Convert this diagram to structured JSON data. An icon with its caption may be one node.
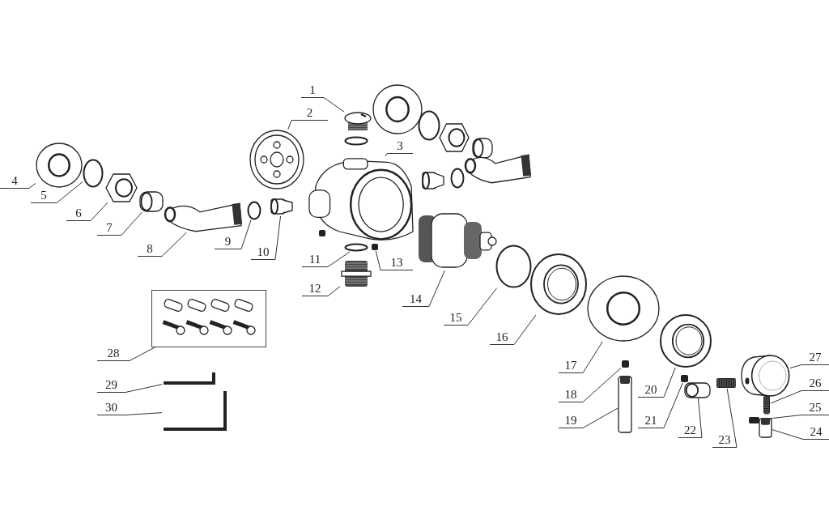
{
  "diagram": {
    "nodes": [
      {
        "text": [
          "1"
        ]
      },
      {
        "text": [
          "2"
        ]
      },
      {
        "text": [
          "3"
        ]
      },
      {
        "text": [
          "4"
        ]
      },
      {
        "text": [
          "5"
        ]
      },
      {
        "text": [
          "6"
        ]
      },
      {
        "text": [
          "7"
        ]
      },
      {
        "text": [
          "8"
        ]
      },
      {
        "text": [
          "9"
        ]
      },
      {
        "text": [
          "10"
        ]
      },
      {
        "text": [
          "11"
        ]
      },
      {
        "text": [
          "12"
        ]
      },
      {
        "text": [
          "13"
        ]
      },
      {
        "text": [
          "14"
        ]
      },
      {
        "text": [
          "15"
        ]
      },
      {
        "text": [
          "16"
        ]
      },
      {
        "text": [
          "17"
        ]
      },
      {
        "text": [
          "18"
        ]
      },
      {
        "text": [
          "19"
        ]
      },
      {
        "text": [
          "20"
        ]
      },
      {
        "text": [
          "21"
        ]
      },
      {
        "text": [
          "22"
        ]
      },
      {
        "text": [
          "23"
        ]
      },
      {
        "text": [
          "24"
        ]
      },
      {
        "text": [
          "25"
        ]
      },
      {
        "text": [
          "26"
        ]
      },
      {
        "text": [
          "27"
        ]
      },
      {
        "text": [
          "28"
        ]
      },
      {
        "text": [
          "29"
        ]
      },
      {
        "text": [
          "30"
        ]
      },
      {
        "text": [],
        "shape": "picture"
      },
      {
        "text": [],
        "shape": "picture"
      },
      {
        "text": [],
        "shape": "picture"
      },
      {
        "text": [],
        "shape": "picture"
      },
      {
        "text": [],
        "shape": "circle"
      },
      {
        "text": [],
        "shape": "picture"
      },
      {
        "text": [],
        "shape": "picture"
      },
      {
        "text": [],
        "shape": "picture"
      },
      {
        "text": [],
        "shape": "circle"
      },
      {
        "text": [],
        "shape": "picture"
      },
      {
        "text": [],
        "shape": "circle"
      },
      {
        "text": [],
        "shape": "picture"
      },
      {
        "text": [],
        "shape": "box"
      },
      {
        "text": [],
        "shape": "picture"
      },
      {
        "text": [],
        "shape": "circle"
      },
      {
        "text": [],
        "shape": "picture"
      },
      {
        "text": [],
        "shape": "picture"
      },
      {
        "text": [],
        "shape": "box"
      },
      {
        "text": [],
        "shape": "picture"
      },
      {
        "text": [],
        "shape": "picture"
      },
      {
        "text": [],
        "shape": "box"
      },
      {
        "text": [],
        "shape": "picture"
      },
      {
        "text": [],
        "shape": "picture"
      },
      {
        "text": [],
        "shape": "picture"
      },
      {
        "text": [],
        "shape": "box"
      },
      {
        "text": [],
        "shape": "picture"
      },
      {
        "text": [],
        "shape": "picture"
      },
      {
        "text": [],
        "shape": "picture"
      },
      {
        "text": [],
        "shape": "picture"
      },
      {
        "text": [],
        "shape": "picture"
      }
    ],
    "edges": [
      {
        "from": 0,
        "to": 30,
        "arrow": "none"
      },
      {
        "from": 1,
        "to": 31,
        "arrow": "none"
      },
      {
        "from": 2,
        "to": 32,
        "arrow": "none"
      },
      {
        "from": 3,
        "to": 33,
        "arrow": "none"
      },
      {
        "from": 4,
        "to": 34,
        "arrow": "none"
      },
      {
        "from": 5,
        "to": 35,
        "arrow": "none"
      },
      {
        "from": 6,
        "to": 36,
        "arrow": "none"
      },
      {
        "from": 7,
        "to": 37,
        "arrow": "none"
      },
      {
        "from": 8,
        "to": 38,
        "arrow": "none"
      },
      {
        "from": 9,
        "to": 39,
        "arrow": "none"
      },
      {
        "from": 10,
        "to": 40,
        "arrow": "none"
      },
      {
        "from": 11,
        "to": 41,
        "arrow": "none"
      },
      {
        "from": 12,
        "to": 42,
        "arrow": "none"
      },
      {
        "from": 13,
        "to": 43,
        "arrow": "none"
      },
      {
        "from": 14,
        "to": 44,
        "arrow": "none"
      },
      {
        "from": 15,
        "to": 45,
        "arrow": "none"
      },
      {
        "from": 16,
        "to": 46,
        "arrow": "none"
      },
      {
        "from": 17,
        "to": 47,
        "arrow": "none"
      },
      {
        "from": 18,
        "to": 48,
        "arrow": "none"
      },
      {
        "from": 19,
        "to": 49,
        "arrow": "none"
      },
      {
        "from": 20,
        "to": 50,
        "arrow": "none"
      },
      {
        "from": 21,
        "to": 51,
        "arrow": "none"
      },
      {
        "from": 22,
        "to": 52,
        "arrow": "none"
      },
      {
        "from": 23,
        "to": 53,
        "arrow": "none"
      },
      {
        "from": 24,
        "to": 54,
        "arrow": "none"
      },
      {
        "from": 25,
        "to": 55,
        "arrow": "none"
      },
      {
        "from": 26,
        "to": 56,
        "arrow": "none"
      },
      {
        "from": 27,
        "to": 57,
        "arrow": "none"
      },
      {
        "from": 28,
        "to": 58,
        "arrow": "none"
      },
      {
        "from": 29,
        "to": 59,
        "arrow": "none"
      }
    ]
  }
}
